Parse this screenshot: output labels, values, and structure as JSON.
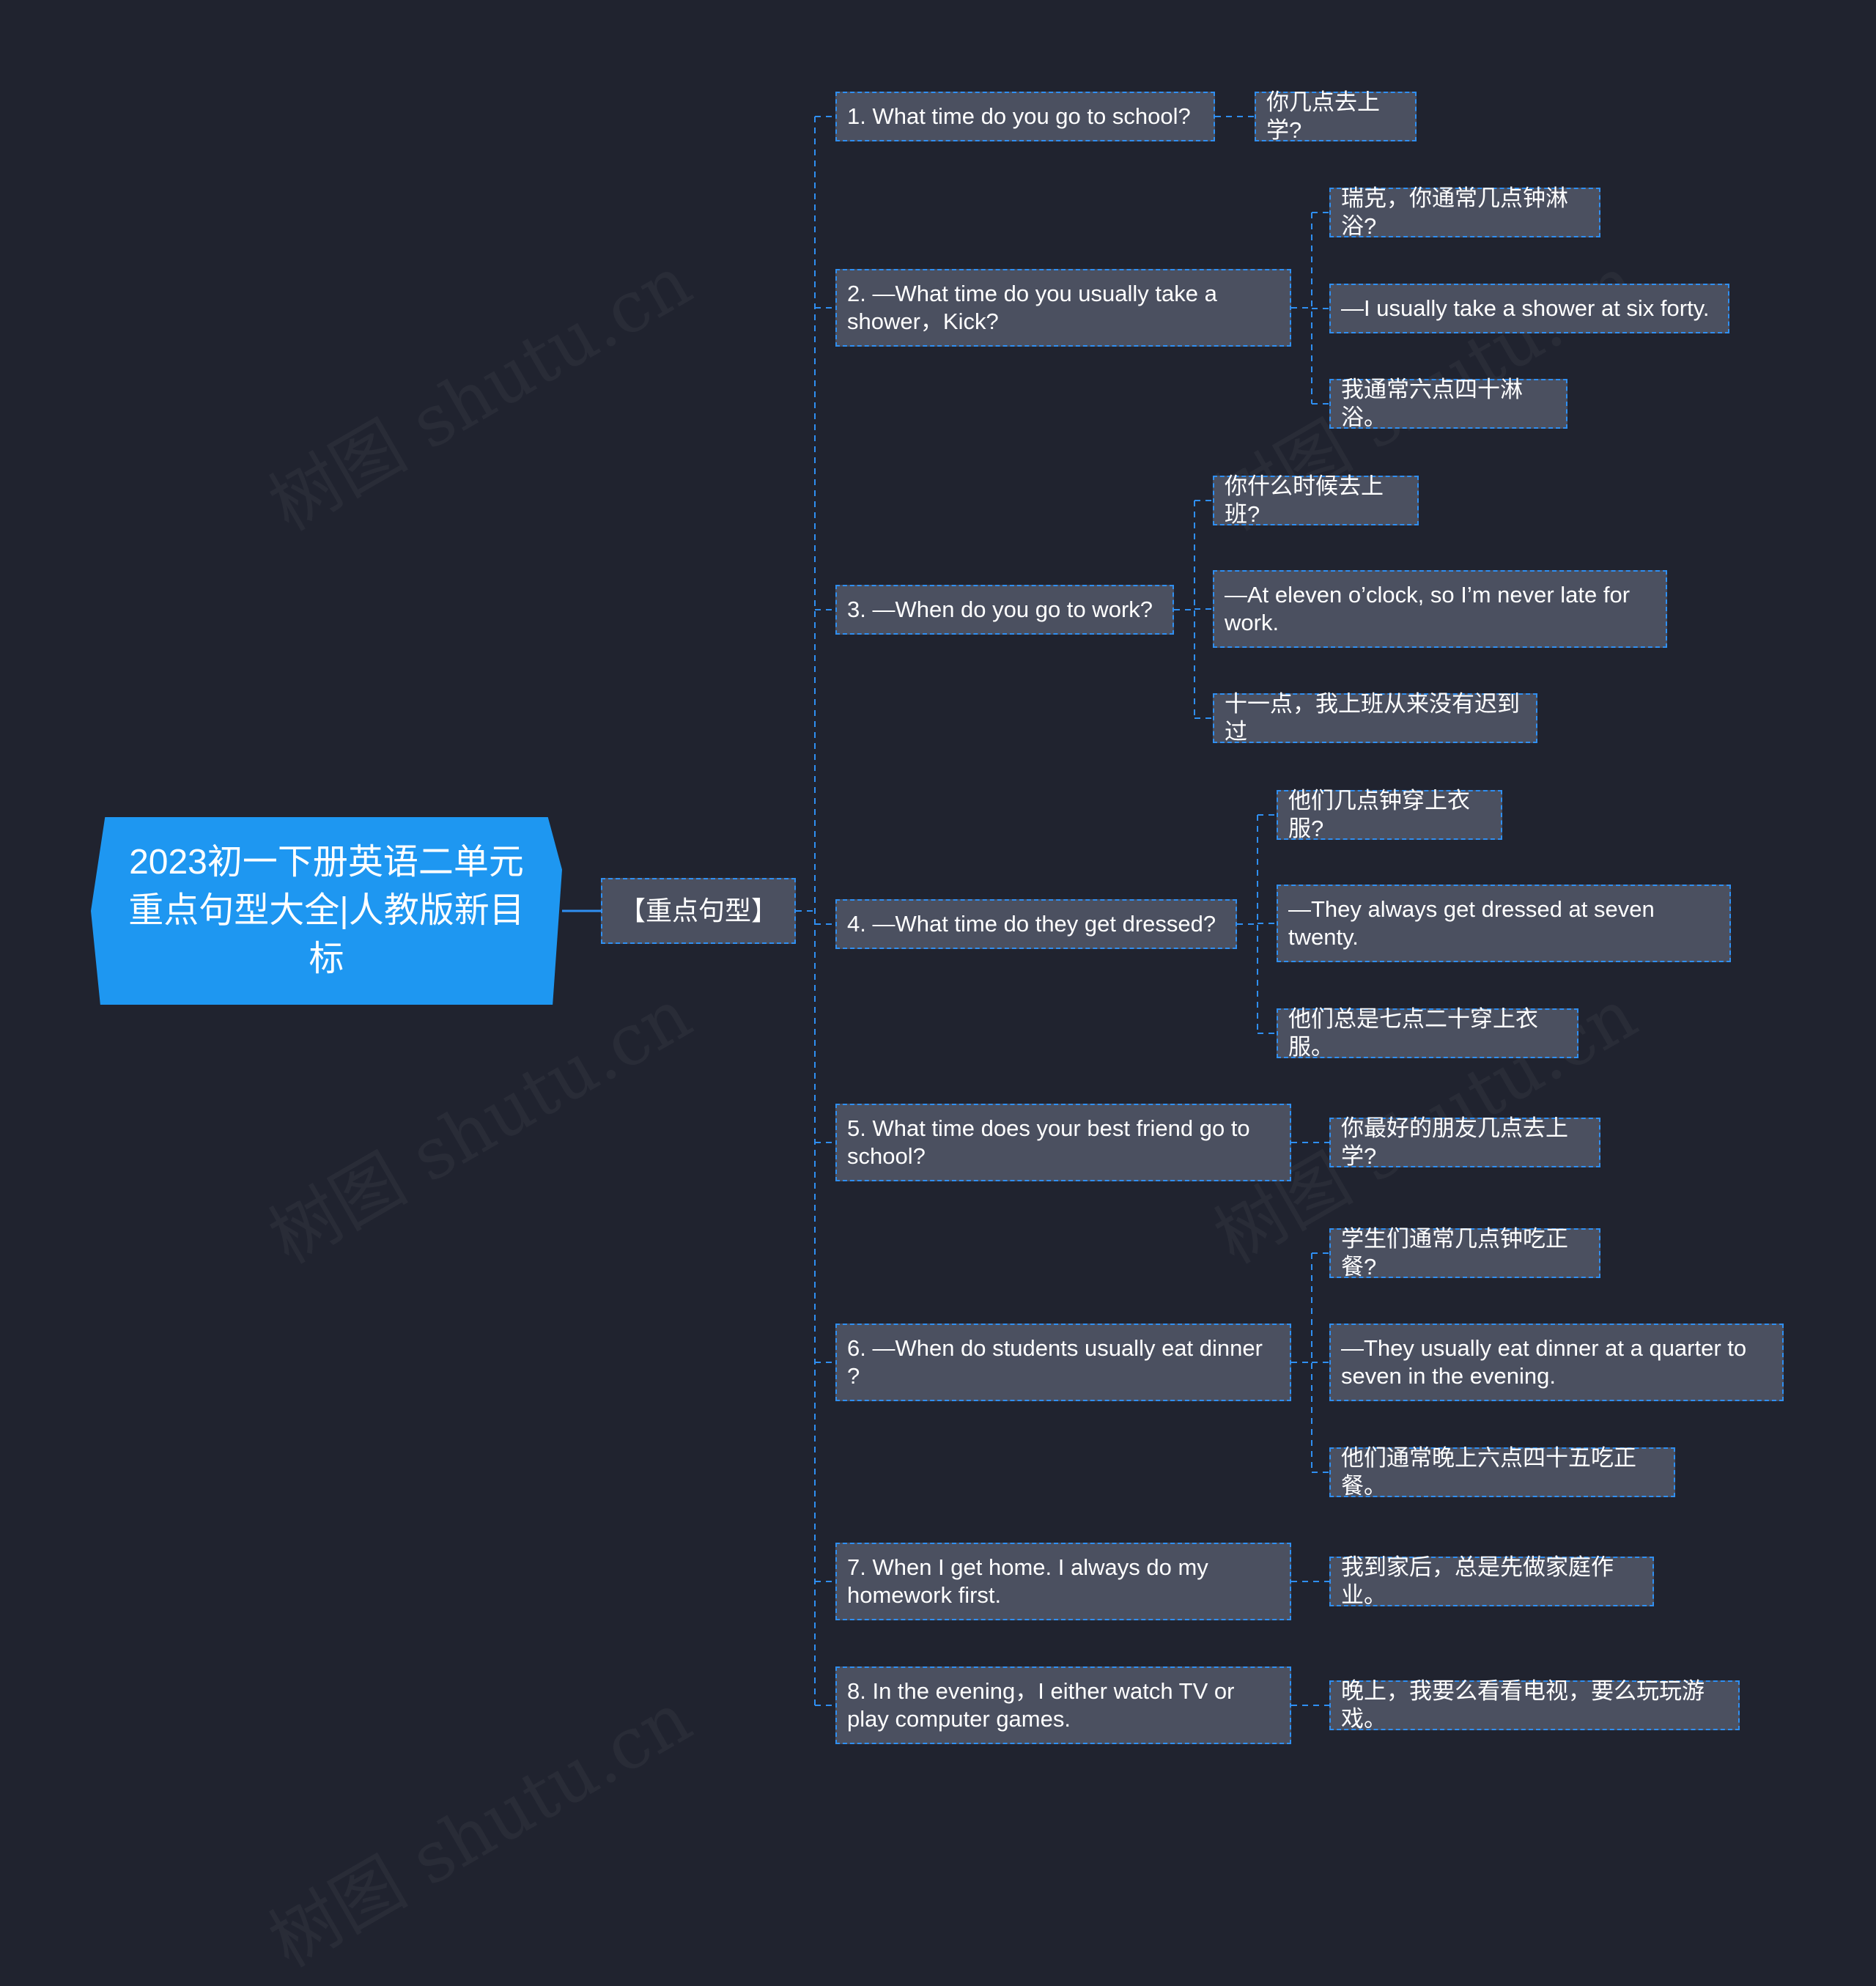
{
  "root": {
    "title": "2023初一下册英语二单元重点句型大全|人教版新目标"
  },
  "hub": {
    "label": "【重点句型】"
  },
  "branches": [
    {
      "text": "1. What time do you go to school?",
      "children": [
        "你几点去上学?"
      ]
    },
    {
      "text": "2. —What time do you usually take a shower，Kick?",
      "children": [
        "瑞克，你通常几点钟淋浴?",
        "—I usually take a shower at six forty.",
        "我通常六点四十淋浴。"
      ]
    },
    {
      "text": "3. —When do you go to work?",
      "children": [
        "你什么时候去上班?",
        "—At eleven o’clock, so I’m never late for work.",
        "十一点，我上班从来没有迟到过"
      ]
    },
    {
      "text": "4. —What time do they get dressed?",
      "children": [
        "他们几点钟穿上衣服?",
        "—They always get dressed at seven twenty.",
        "他们总是七点二十穿上衣服。"
      ]
    },
    {
      "text": "5. What time does your best friend go to school?",
      "children": [
        "你最好的朋友几点去上学?"
      ]
    },
    {
      "text": "6. —When do students usually eat dinner ?",
      "children": [
        "学生们通常几点钟吃正餐?",
        "—They usually eat dinner at a quarter to seven in the evening.",
        "他们通常晚上六点四十五吃正餐。"
      ]
    },
    {
      "text": "7. When I get home. I always do my homework first.",
      "children": [
        "我到家后，总是先做家庭作业。"
      ]
    },
    {
      "text": "8. In the evening，I either watch TV or play computer games.",
      "children": [
        "晚上，我要么看看电视，要么玩玩游戏。"
      ]
    }
  ],
  "colors": {
    "background": "#20232f",
    "root": "#1e97f1",
    "node": "#4b5060",
    "line": "#2f8ff2"
  }
}
